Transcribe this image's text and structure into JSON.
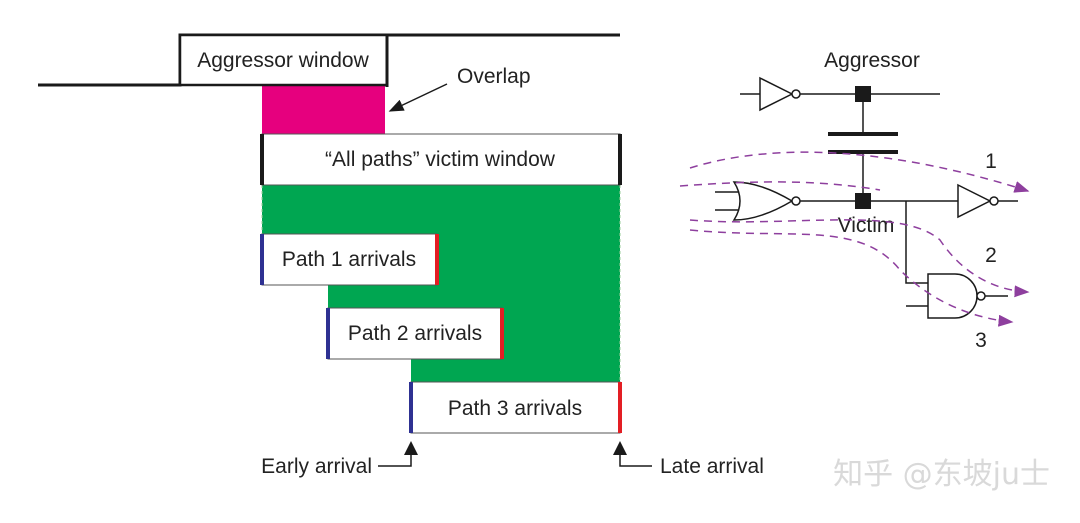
{
  "timing": {
    "aggressor_window_label": "Aggressor window",
    "overlap_label": "Overlap",
    "victim_window_label": "“All paths” victim window",
    "path1_label": "Path 1 arrivals",
    "path2_label": "Path 2 arrivals",
    "path3_label": "Path 3 arrivals",
    "early_arrival_label": "Early arrival",
    "late_arrival_label": "Late arrival"
  },
  "circuit": {
    "aggressor_label": "Aggressor",
    "victim_label": "Victim",
    "path_numbers": [
      "1",
      "2",
      "3"
    ]
  },
  "watermark": "知乎 @东坡ju士",
  "colors": {
    "overlap": "#e6007e",
    "victim_fill": "#00a651",
    "early_edge": "#2e3192",
    "late_edge": "#e31e24",
    "path_arrow": "#8e3f9e",
    "line": "#1a1a1a"
  }
}
